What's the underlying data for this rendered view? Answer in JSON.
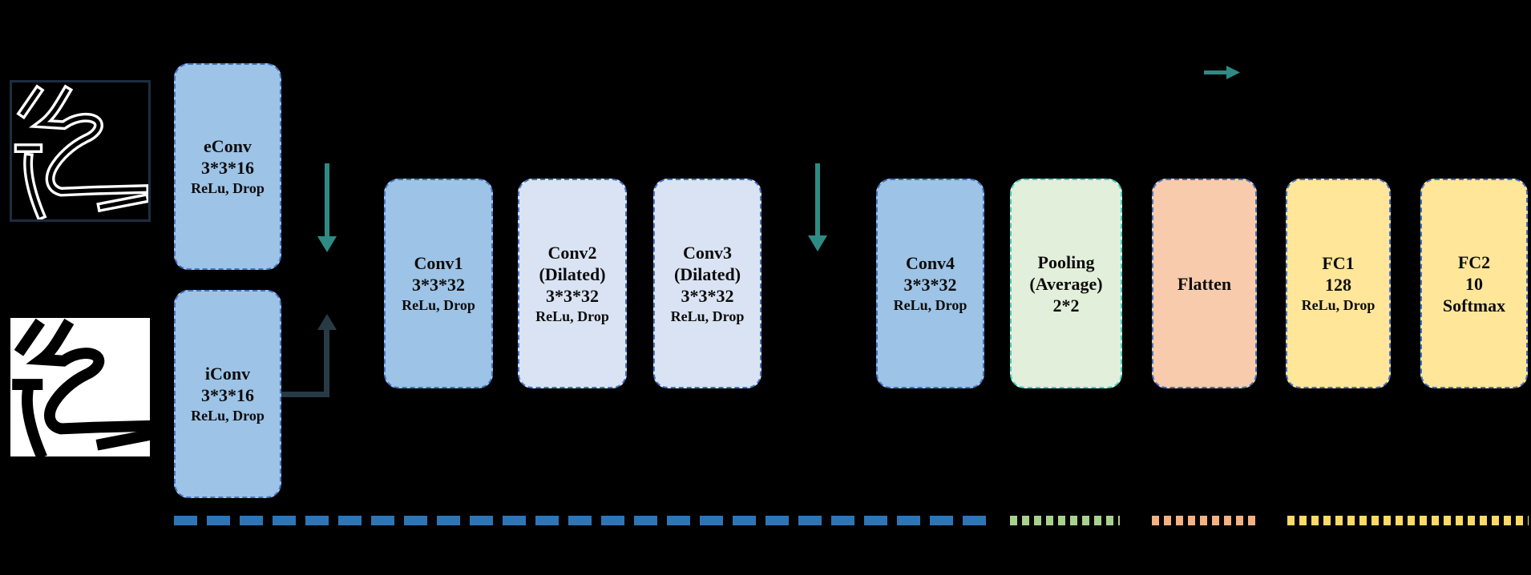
{
  "figure_type": "cnn-architecture-diagram",
  "palette": {
    "background": "#000000",
    "conv_box_fill": "#9dc3e6",
    "dilated_box_fill": "#dae3f3",
    "pooling_box_fill": "#e2efda",
    "flatten_box_fill": "#f8cbad",
    "fc_box_fill": "#ffe699",
    "blue_dashed_border": "#4472c4",
    "teal_dashed_border": "#40d0c5",
    "edge_stream_arrow": "#2e8b84",
    "image_stream_arrow": "#283a46",
    "bar_blue": "#2e75b6",
    "bar_green": "#a9d18e",
    "bar_peach": "#f4b183",
    "bar_yellow": "#ffd966"
  },
  "inputs": {
    "edge_image": "edge map of handwritten digit 2",
    "raw_image": "inverted handwritten digit 2"
  },
  "nodes": {
    "econv": {
      "line1": "eConv",
      "line2": "3*3*16",
      "line3": "",
      "line4": "ReLu, Drop"
    },
    "iconv": {
      "line1": "iConv",
      "line2": "3*3*16",
      "line3": "",
      "line4": "ReLu, Drop"
    },
    "conv1": {
      "line1": "Conv1",
      "line2": "3*3*32",
      "line3": "",
      "line4": "ReLu, Drop"
    },
    "conv2": {
      "line1": "Conv2",
      "line2": "(Dilated)",
      "line3": "3*3*32",
      "line4": "ReLu, Drop"
    },
    "conv3": {
      "line1": "Conv3",
      "line2": "(Dilated)",
      "line3": "3*3*32",
      "line4": "ReLu, Drop"
    },
    "conv4": {
      "line1": "Conv4",
      "line2": "3*3*32",
      "line3": "",
      "line4": "ReLu, Drop"
    },
    "pool": {
      "line1": "Pooling",
      "line2": "(Average)",
      "line3": "2*2",
      "line4": ""
    },
    "flat": {
      "line1": "Flatten",
      "line2": "",
      "line3": "",
      "line4": ""
    },
    "fc1": {
      "line1": "FC1",
      "line2": "128",
      "line3": "",
      "line4": "ReLu, Drop"
    },
    "fc2": {
      "line1": "FC2",
      "line2": "10",
      "line3": "Softmax",
      "line4": ""
    }
  },
  "connectors": {
    "edge_stream": "eConv output skip line with drop arrows before Conv1 and before Conv4",
    "image_stream": "iConv output up arrow merging before Conv1",
    "legend_arrow": "small teal right arrow, top right"
  }
}
